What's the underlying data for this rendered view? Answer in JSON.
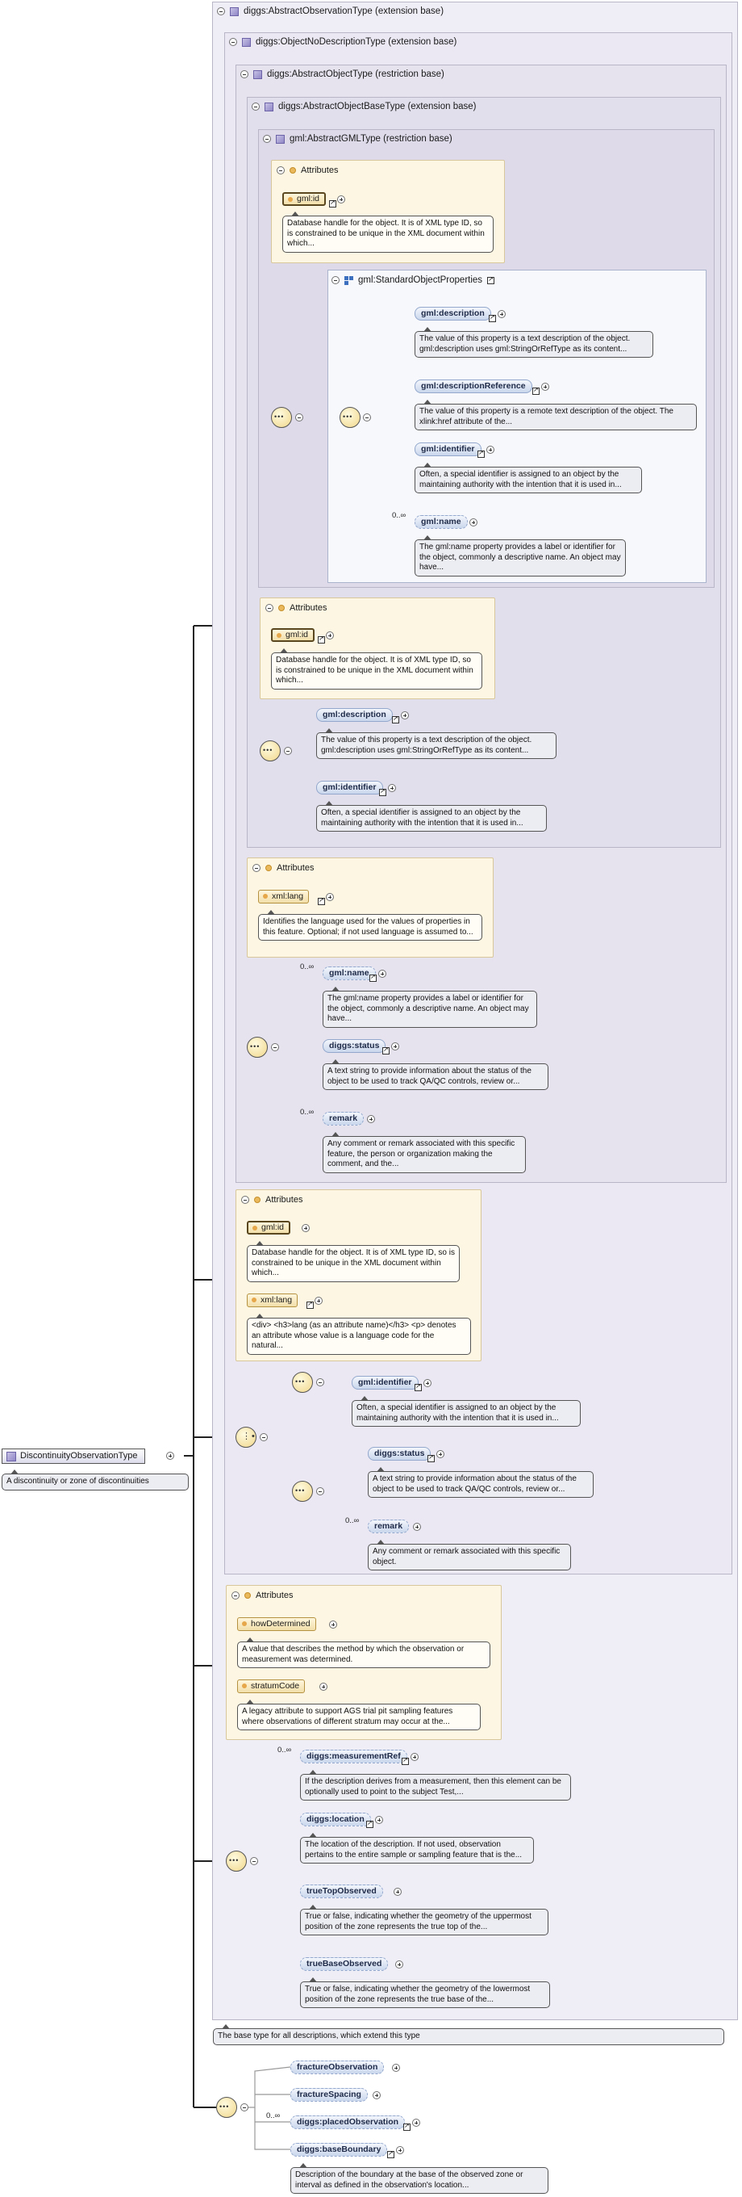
{
  "root": {
    "name": "DiscontinuityObservationType",
    "doc": "A discontinuity or zone of discontinuities"
  },
  "types": {
    "abstract_observation": "diggs:AbstractObservationType (extension base)",
    "object_no_description": "diggs:ObjectNoDescriptionType (extension base)",
    "abstract_object": "diggs:AbstractObjectType (restriction base)",
    "abstract_object_base": "diggs:AbstractObjectBaseType (extension base)",
    "abstract_gml": "gml:AbstractGMLType (restriction base)",
    "standard_props": "gml:StandardObjectProperties",
    "abstract_observation_doc": "The base type for all descriptions, which extend this type"
  },
  "labels": {
    "attributes": "Attributes"
  },
  "gml_type": {
    "attr_id": "gml:id",
    "attr_id_doc": "Database handle for the object. It is of XML type ID, so is constrained to be unique in the XML document within which...",
    "els": [
      {
        "name": "gml:description",
        "doc": "The value of this property is a text description of the object. gml:description uses gml:StringOrRefType as its content..."
      },
      {
        "name": "gml:descriptionReference",
        "doc": "The value of this property is a remote text description of the object. The xlink:href attribute of the..."
      },
      {
        "name": "gml:identifier",
        "doc": "Often, a special identifier is assigned to an object by the maintaining authority with the intention that it is used in..."
      },
      {
        "name": "gml:name",
        "occ": "0..∞",
        "doc": "The gml:name property provides a label or identifier for the object, commonly a descriptive name. An object may have..."
      }
    ]
  },
  "object_base": {
    "attr_id": "gml:id",
    "attr_id_doc": "Database handle for the object. It is of XML type ID, so is constrained to be unique in the XML document within which...",
    "els": [
      {
        "name": "gml:description",
        "doc": "The value of this property is a text description of the object. gml:description uses gml:StringOrRefType as its content..."
      },
      {
        "name": "gml:identifier",
        "doc": "Often, a special identifier is assigned to an object by the maintaining authority with the intention that it is used in..."
      }
    ]
  },
  "abstract_object": {
    "attr_lang": "xml:lang",
    "attr_lang_doc": "Identifies the language used for the values of properties in this feature. Optional; if not used language is assumed to...",
    "els": [
      {
        "name": "gml:name",
        "occ": "0..∞",
        "doc": "The gml:name property provides a label or identifier for the object, commonly a descriptive name. An object may have..."
      },
      {
        "name": "diggs:status",
        "doc": "A text string to provide information about the status of the object to be used to track QA/QC controls, review or..."
      },
      {
        "name": "remark",
        "occ": "0..∞",
        "doc": "Any comment or remark associated with this specific feature, the person or organization making the comment, and the..."
      }
    ]
  },
  "no_description": {
    "attr_id": "gml:id",
    "attr_id_doc": "Database handle for the object. It is of XML type ID, so is constrained to be unique in the XML document within which...",
    "attr_lang": "xml:lang",
    "attr_lang_doc": "<div> <h3>lang (as an attribute name)</h3> <p> denotes an attribute whose value is a language code for the natural...",
    "els": [
      {
        "name": "gml:identifier",
        "doc": "Often, a special identifier is assigned to an object by the maintaining authority with the intention that it is used in..."
      },
      {
        "name": "diggs:status",
        "doc": "A text string to provide information about the status of the object to be used to track QA/QC controls, review or..."
      },
      {
        "name": "remark",
        "occ": "0..∞",
        "doc": "Any comment or remark associated with this specific object."
      }
    ]
  },
  "observation": {
    "attr_how": "howDetermined",
    "attr_how_doc": "A value that describes the method by which the observation or measurement was determined.",
    "attr_stratum": "stratumCode",
    "attr_stratum_doc": "A legacy attribute to support AGS trial pit sampling features where observations of different stratum may occur at the...",
    "els": [
      {
        "name": "diggs:measurementRef",
        "occ": "0..∞",
        "doc": "If the description derives from a measurement, then this element can be optionally used to point to the subject Test,..."
      },
      {
        "name": "diggs:location",
        "doc": "The location of the description. If not used, observation pertains to the entire sample or sampling feature that is the..."
      },
      {
        "name": "trueTopObserved",
        "doc": "True or false, indicating whether the geometry of the uppermost position of the zone represents the true top of the..."
      },
      {
        "name": "trueBaseObserved",
        "doc": "True or false, indicating whether the geometry of the lowermost position of the zone represents the true base of the..."
      }
    ]
  },
  "extension": {
    "els": [
      {
        "name": "fractureObservation"
      },
      {
        "name": "fractureSpacing"
      },
      {
        "name": "diggs:placedObservation",
        "occ": "0..∞"
      },
      {
        "name": "diggs:baseBoundary",
        "doc": "Description of the boundary at the base of the observed zone or interval as defined in the observation's location..."
      }
    ]
  }
}
